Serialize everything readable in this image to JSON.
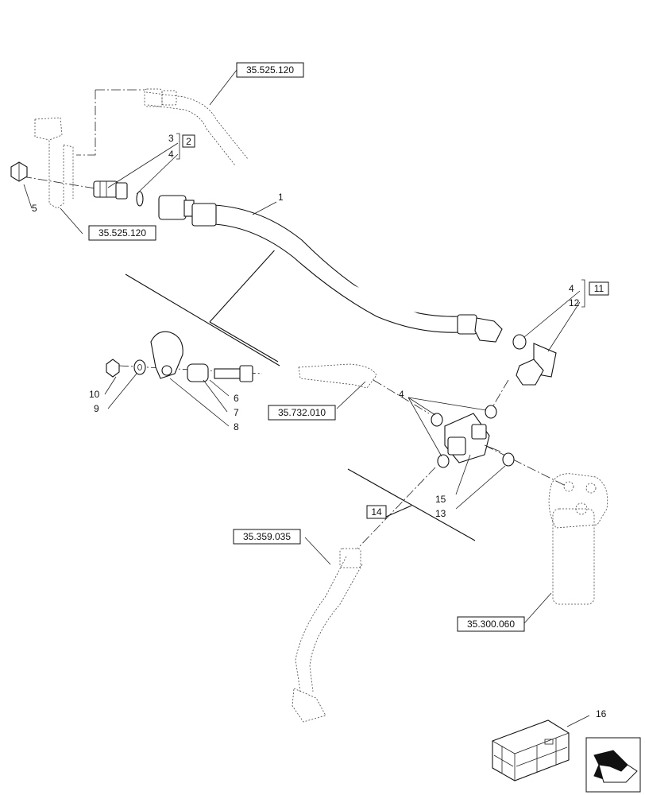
{
  "refs": {
    "top_hose_ref": "35.525.120",
    "bracket_ref": "35.525.120",
    "return_pipe_ref": "35.732.010",
    "lower_hose_ref": "35.359.035",
    "filter_ref": "35.300.060"
  },
  "callouts": {
    "item_1": "1",
    "item_3": "3",
    "item_4_top": "4",
    "item_5": "5",
    "item_6": "6",
    "item_7": "7",
    "item_8": "8",
    "item_9": "9",
    "item_10": "10",
    "item_4_right": "4",
    "item_12": "12",
    "item_4_center": "4",
    "item_15": "15",
    "item_13": "13",
    "item_16": "16"
  },
  "kits": {
    "kit_2": "2",
    "kit_11": "11",
    "kit_14": "14"
  },
  "icons": {
    "nav": "next-page-arrow-icon",
    "package": "crate-icon"
  },
  "colors": {
    "line": "#111111",
    "background": "#ffffff"
  }
}
